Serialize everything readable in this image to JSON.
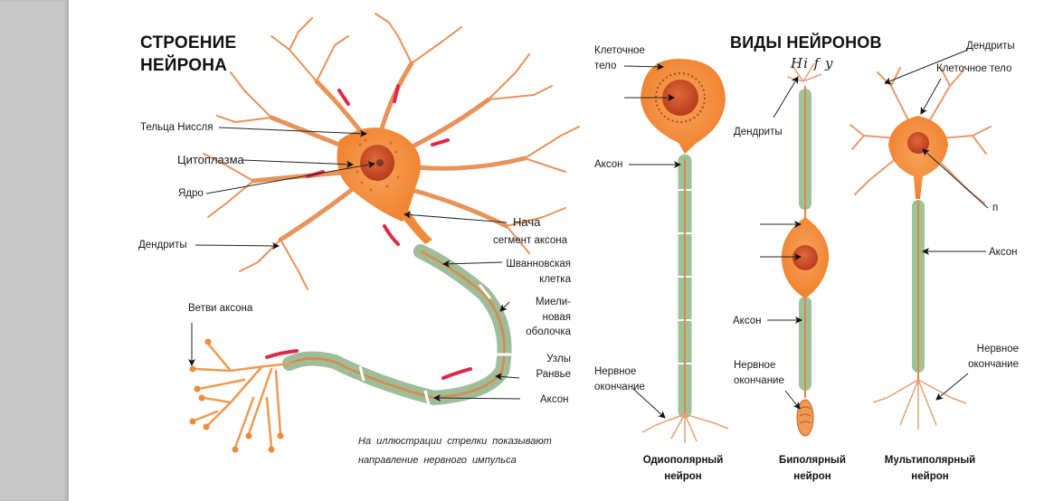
{
  "left_panel": {
    "title_line1": "СТРОЕНИЕ",
    "title_line2": "НЕЙРОНА",
    "labels": {
      "nissl": "Тельца  Ниссля",
      "cytoplasm": "Цитоплазма",
      "nucleus": "Ядро",
      "dendrites": "Дендриты",
      "initial_segment_1": "Нача",
      "initial_segment_2": "сегмент  аксона",
      "schwann_1": "Шванновская",
      "schwann_2": "клетка",
      "myelin_1": "Миели-",
      "myelin_2": "новая",
      "myelin_3": "оболочка",
      "ranvier_1": "Узлы",
      "ranvier_2": "Ранвье",
      "axon": "Аксон",
      "axon_branches": "Ветви  аксона"
    },
    "note_line1": "На  иллюстрации  стрелки  показывают",
    "note_line2": "направление    нервного    импульса"
  },
  "right_panel": {
    "title": "ВИДЫ  НЕЙРОНОВ",
    "stray_text": "Hi f y",
    "unipolar": {
      "cell_body_1": "Клеточное",
      "cell_body_2": "тело",
      "axon": "Аксон",
      "ending_1": "Нервное",
      "ending_2": "окончание",
      "caption_1": "Одиополярный",
      "caption_2": "нейрон"
    },
    "bipolar": {
      "dendrites": "Дендриты",
      "axon": "Аксон",
      "ending_1": "Нервное",
      "ending_2": "окончание",
      "caption_1": "Биполярный",
      "caption_2": "нейрон"
    },
    "multipolar": {
      "dendrites": "Дендриты",
      "cell_body": "Клеточное тело",
      "cut_label": "п",
      "axon": "Аксон",
      "ending_1": "Нервное",
      "ending_2": "окончание",
      "caption_1": "Мультиполярный",
      "caption_2": "нейрон"
    }
  },
  "colors": {
    "soma": "#f08a3a",
    "dendrite": "#e58a4a",
    "nucleus": "#c0401e",
    "myelin": "#a9c7a4",
    "impulse_arrow": "#e0284a",
    "gutter": "#c8c8c8"
  }
}
